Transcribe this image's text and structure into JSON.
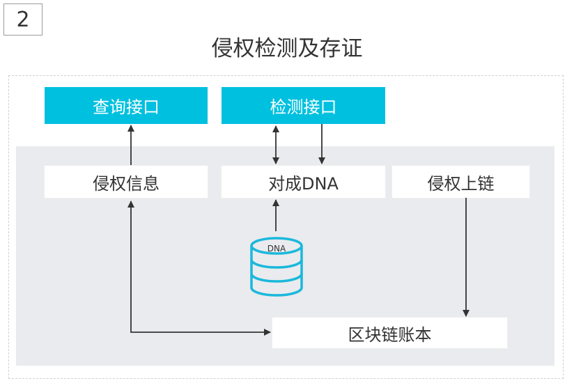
{
  "figure": {
    "number": "2",
    "title": "侵权检测及存证"
  },
  "nodes": {
    "query_api": "查询接口",
    "detect_api": "检测接口",
    "infringement_info": "侵权信息",
    "compare_dna": "对成DNA",
    "infringement_chain": "侵权上链",
    "blockchain_ledger": "区块链账本",
    "dna_database": "DNA"
  },
  "colors": {
    "accent": "#00c0df",
    "panel": "#e9ebee",
    "arrow": "#333333"
  }
}
